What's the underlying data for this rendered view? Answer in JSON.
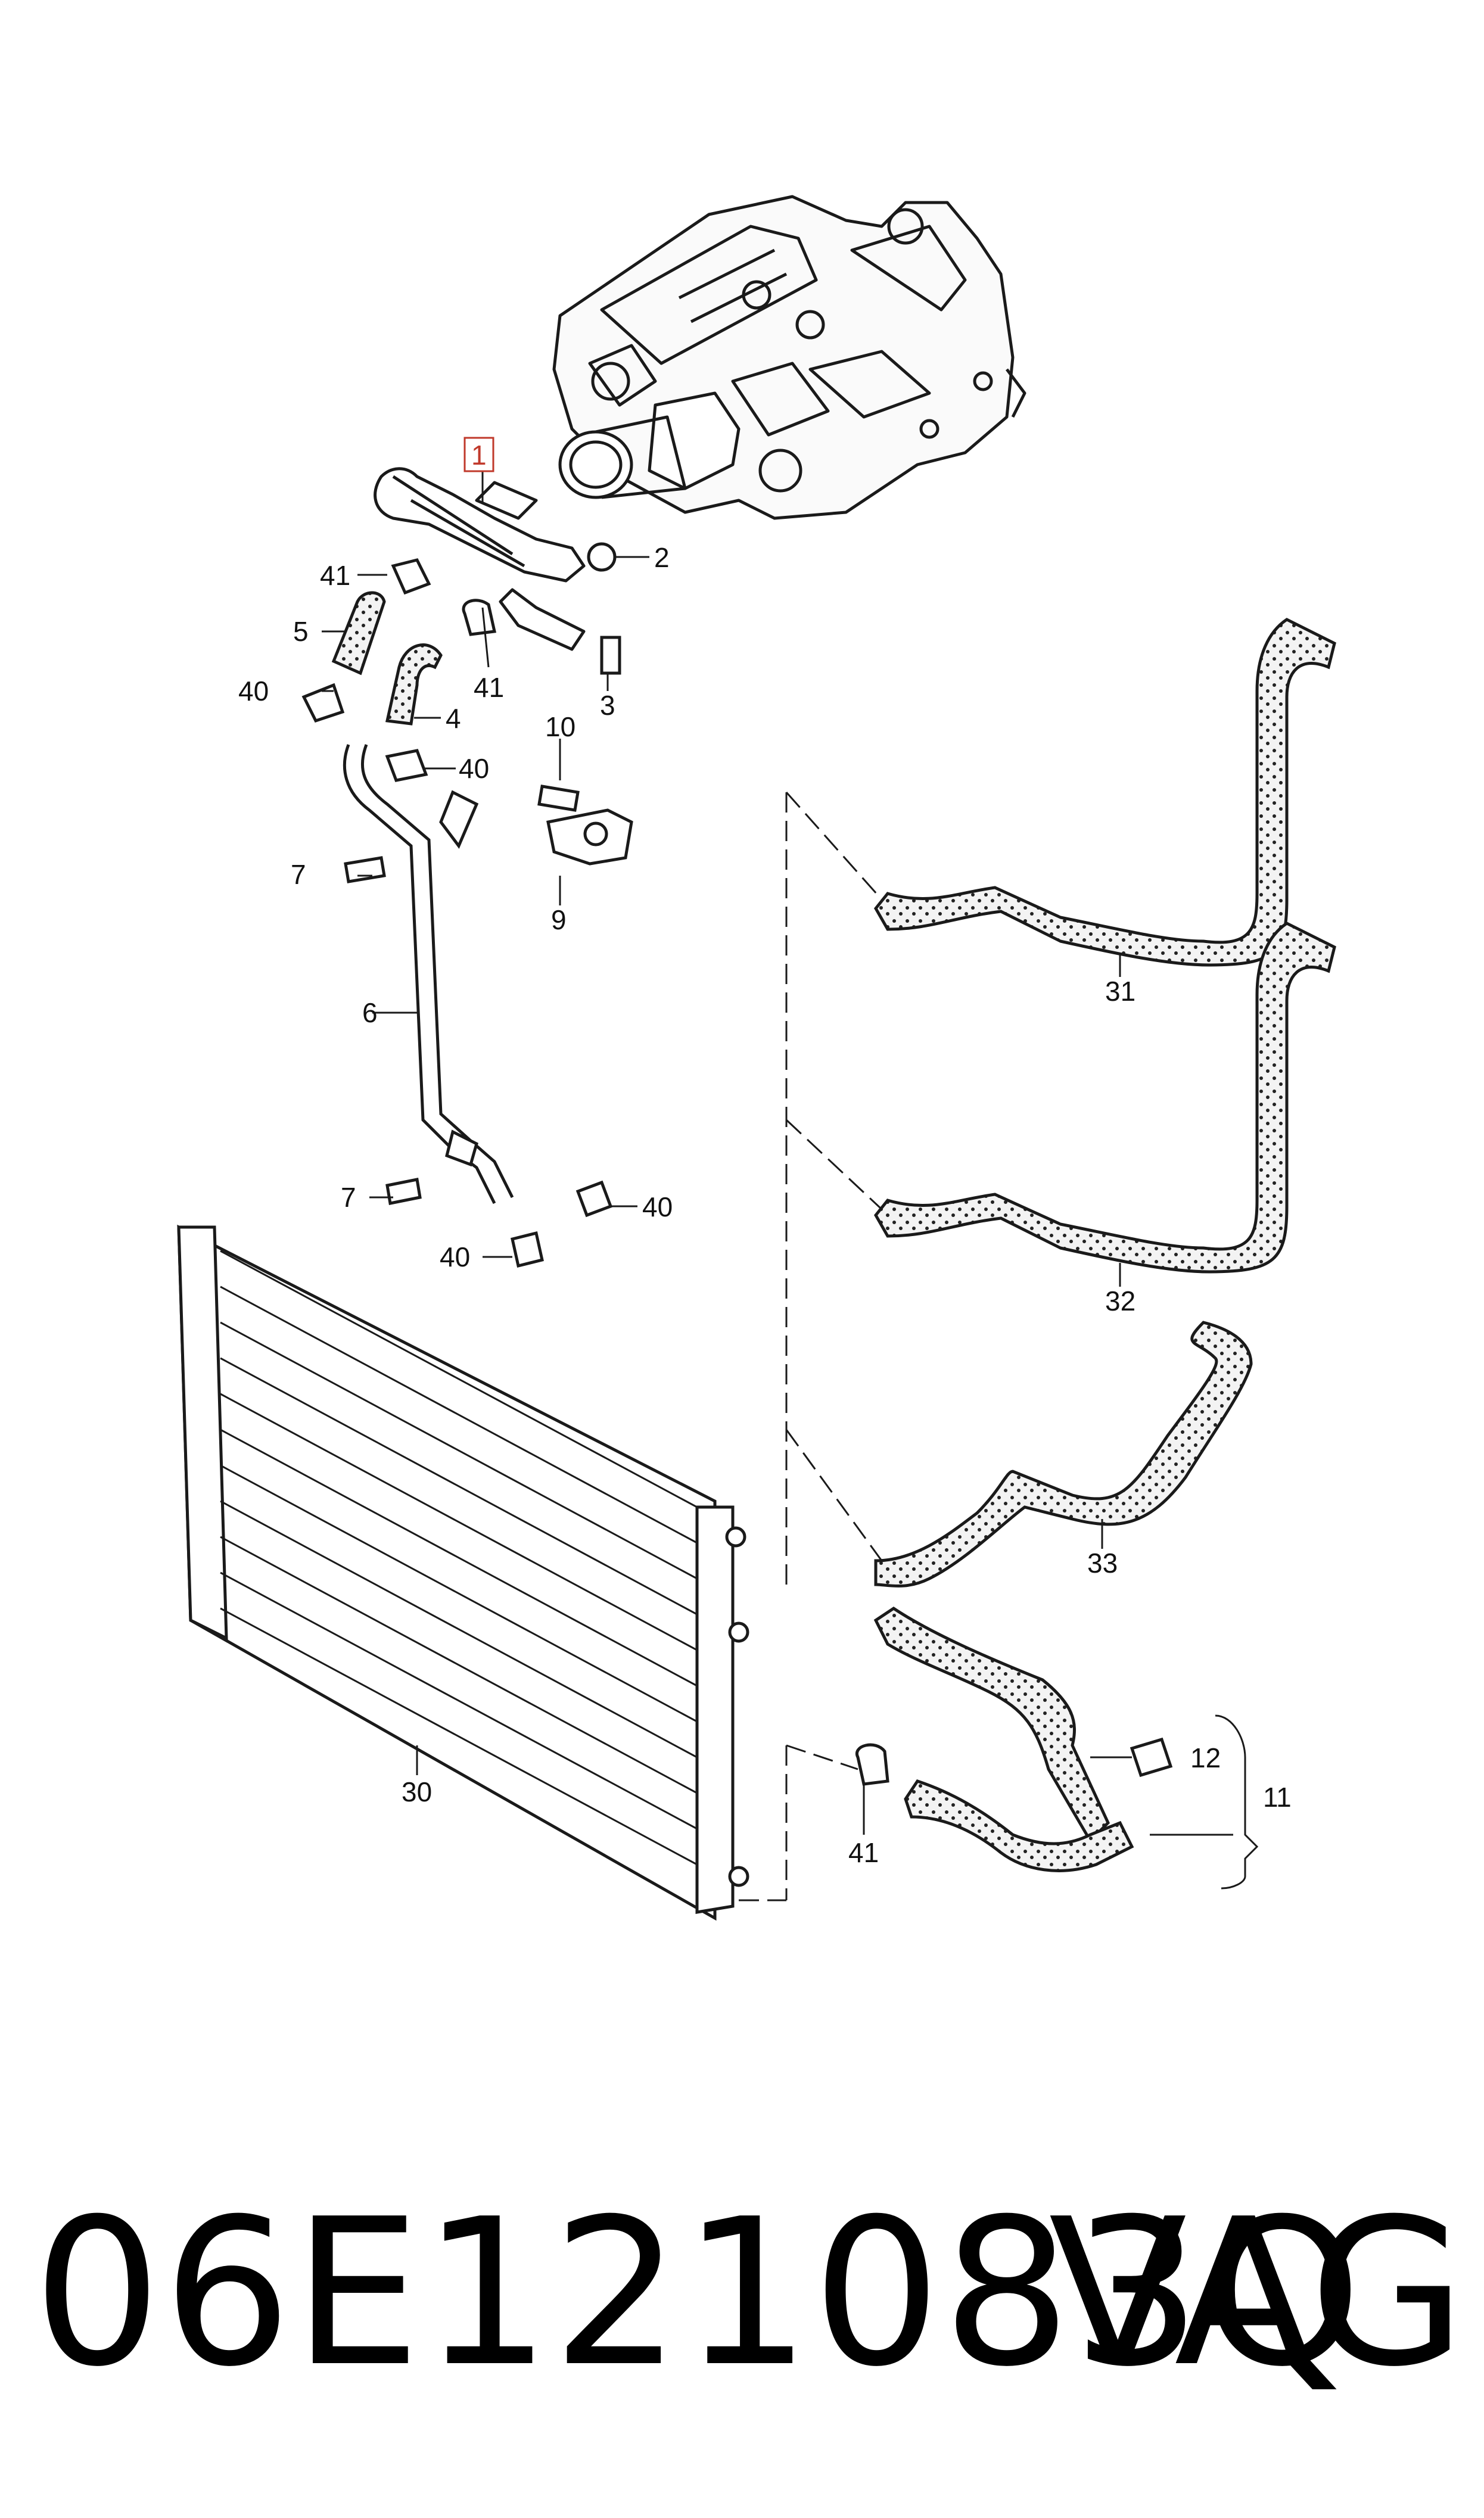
{
  "diagram": {
    "callouts": [
      {
        "id": "c1",
        "label": "1",
        "highlighted": true
      },
      {
        "id": "c2",
        "label": "2"
      },
      {
        "id": "c3",
        "label": "3"
      },
      {
        "id": "c4",
        "label": "4"
      },
      {
        "id": "c5",
        "label": "5"
      },
      {
        "id": "c6",
        "label": "6"
      },
      {
        "id": "c7a",
        "label": "7"
      },
      {
        "id": "c7b",
        "label": "7"
      },
      {
        "id": "c9",
        "label": "9"
      },
      {
        "id": "c10",
        "label": "10"
      },
      {
        "id": "c11",
        "label": "11"
      },
      {
        "id": "c12",
        "label": "12"
      },
      {
        "id": "c30",
        "label": "30"
      },
      {
        "id": "c31",
        "label": "31"
      },
      {
        "id": "c32",
        "label": "32"
      },
      {
        "id": "c33",
        "label": "33"
      },
      {
        "id": "c40a",
        "label": "40"
      },
      {
        "id": "c40b",
        "label": "40"
      },
      {
        "id": "c40c",
        "label": "40"
      },
      {
        "id": "c40d",
        "label": "40"
      },
      {
        "id": "c41a",
        "label": "41"
      },
      {
        "id": "c41b",
        "label": "41"
      },
      {
        "id": "c41c",
        "label": "41"
      }
    ],
    "colors": {
      "line": "#1a1a1a",
      "hose_dots": "#222222",
      "highlight": "#c0392b"
    }
  },
  "footer": {
    "part_number": "06E121083Q",
    "brand": "VAG"
  }
}
